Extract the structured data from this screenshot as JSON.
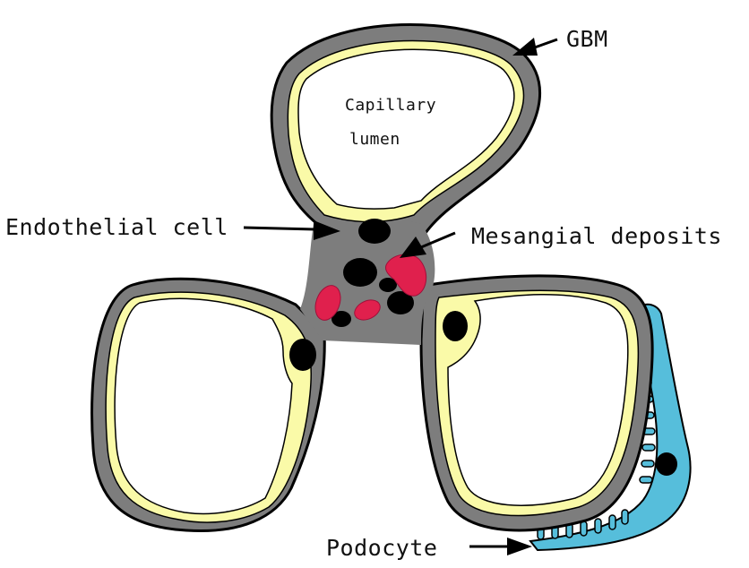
{
  "labels": {
    "gbm": "GBM",
    "capillary_lumen_line1": "Capillary",
    "capillary_lumen_line2": "lumen",
    "endothelial_cell": "Endothelial cell",
    "mesangial_deposits": "Mesangial deposits",
    "podocyte": "Podocyte"
  },
  "colors": {
    "basement_membrane": "#7d7d7d",
    "outline": "#000000",
    "endothelium": "#fafaa8",
    "deposits": "#e0204d",
    "podocyte": "#56bedb",
    "nucleus": "#000000",
    "lumen": "#ffffff"
  }
}
